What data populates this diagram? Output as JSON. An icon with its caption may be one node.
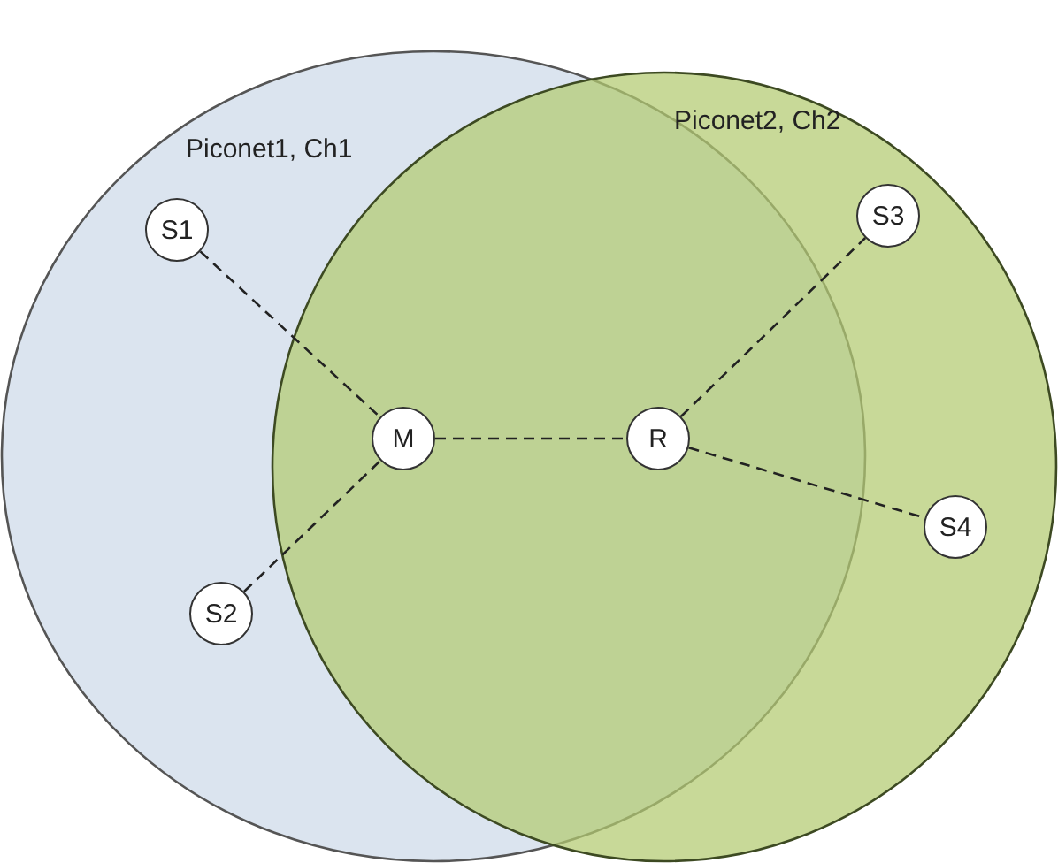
{
  "diagram": {
    "nodes": [
      {
        "text": [
          "Piconet1, Ch1"
        ]
      },
      {
        "text": [
          "Piconet2, Ch2"
        ]
      },
      {
        "text": [
          "S1"
        ],
        "in": 0
      },
      {
        "text": [
          "M"
        ]
      },
      {
        "text": [
          "S2"
        ],
        "in": 0
      },
      {
        "text": [
          "R"
        ]
      },
      {
        "text": [
          "S3"
        ],
        "in": 1
      },
      {
        "text": [
          "S4"
        ],
        "in": 1
      }
    ],
    "edges": [
      {
        "from": 2,
        "to": 3,
        "arrow": "none",
        "style": "dashed"
      },
      {
        "from": 4,
        "to": 3,
        "arrow": "none",
        "style": "dashed"
      },
      {
        "from": 3,
        "to": 5,
        "arrow": "none",
        "style": "dashed"
      },
      {
        "from": 5,
        "to": 6,
        "arrow": "none",
        "style": "dashed"
      },
      {
        "from": 5,
        "to": 7,
        "arrow": "none",
        "style": "dashed"
      }
    ]
  }
}
